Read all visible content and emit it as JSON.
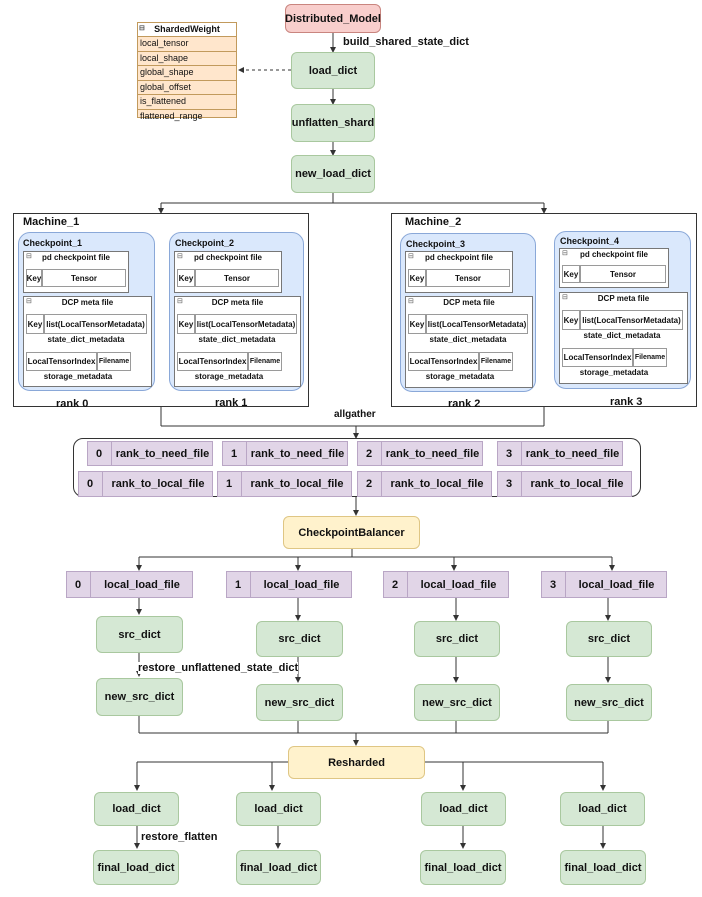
{
  "top": {
    "distributed_model": "Distributed_Model",
    "build_label": "build_shared_state_dict",
    "load_dict": "load_dict",
    "unflatten_shard": "unflatten_shard",
    "new_load_dict": "new_load_dict"
  },
  "sharded_weight": {
    "title": "ShardedWeight",
    "fields": [
      "local_tensor",
      "local_shape",
      "global_shape",
      "global_offset",
      "is_flattened",
      "flattened_range"
    ]
  },
  "machines": [
    {
      "title": "Machine_1"
    },
    {
      "title": "Machine_2"
    }
  ],
  "checkpoints": [
    {
      "title": "Checkpoint_1",
      "rank": "rank 0"
    },
    {
      "title": "Checkpoint_2",
      "rank": "rank 1"
    },
    {
      "title": "Checkpoint_3",
      "rank": "rank 2"
    },
    {
      "title": "Checkpoint_4",
      "rank": "rank 3"
    }
  ],
  "ckpt_labels": {
    "pd_file": "pd checkpoint file",
    "key": "Key",
    "tensor": "Tensor",
    "dcp_file": "DCP meta file",
    "meta_value": "list(LocalTensorMetadata)",
    "state_dict_metadata": "state_dict_metadata",
    "local_tensor_index": "LocalTensorIndex",
    "filename": "Filename",
    "storage_metadata": "storage_metadata"
  },
  "allgather": "allgather",
  "need_files": [
    {
      "idx": "0",
      "label": "rank_to_need_file"
    },
    {
      "idx": "1",
      "label": "rank_to_need_file"
    },
    {
      "idx": "2",
      "label": "rank_to_need_file"
    },
    {
      "idx": "3",
      "label": "rank_to_need_file"
    }
  ],
  "local_files": [
    {
      "idx": "0",
      "label": "rank_to_local_file"
    },
    {
      "idx": "1",
      "label": "rank_to_local_file"
    },
    {
      "idx": "2",
      "label": "rank_to_local_file"
    },
    {
      "idx": "3",
      "label": "rank_to_local_file"
    }
  ],
  "balancer": "CheckpointBalancer",
  "load_files": [
    {
      "idx": "0",
      "label": "local_load_file"
    },
    {
      "idx": "1",
      "label": "local_load_file"
    },
    {
      "idx": "2",
      "label": "local_load_file"
    },
    {
      "idx": "3",
      "label": "local_load_file"
    }
  ],
  "src_dict": "src_dict",
  "restore_unflattened": "restore_unflattened_state_dict",
  "new_src_dict": "new_src_dict",
  "resharded": "Resharded",
  "load_dict": "load_dict",
  "restore_flatten": "restore_flatten",
  "final_load_dict": "final_load_dict",
  "colors": {
    "green": "#d5e8d4",
    "red": "#f8cecc",
    "yellow": "#fff2cc",
    "purple": "#e1d5e7",
    "blue": "#dae8fc",
    "orange": "#ffe6cc"
  }
}
